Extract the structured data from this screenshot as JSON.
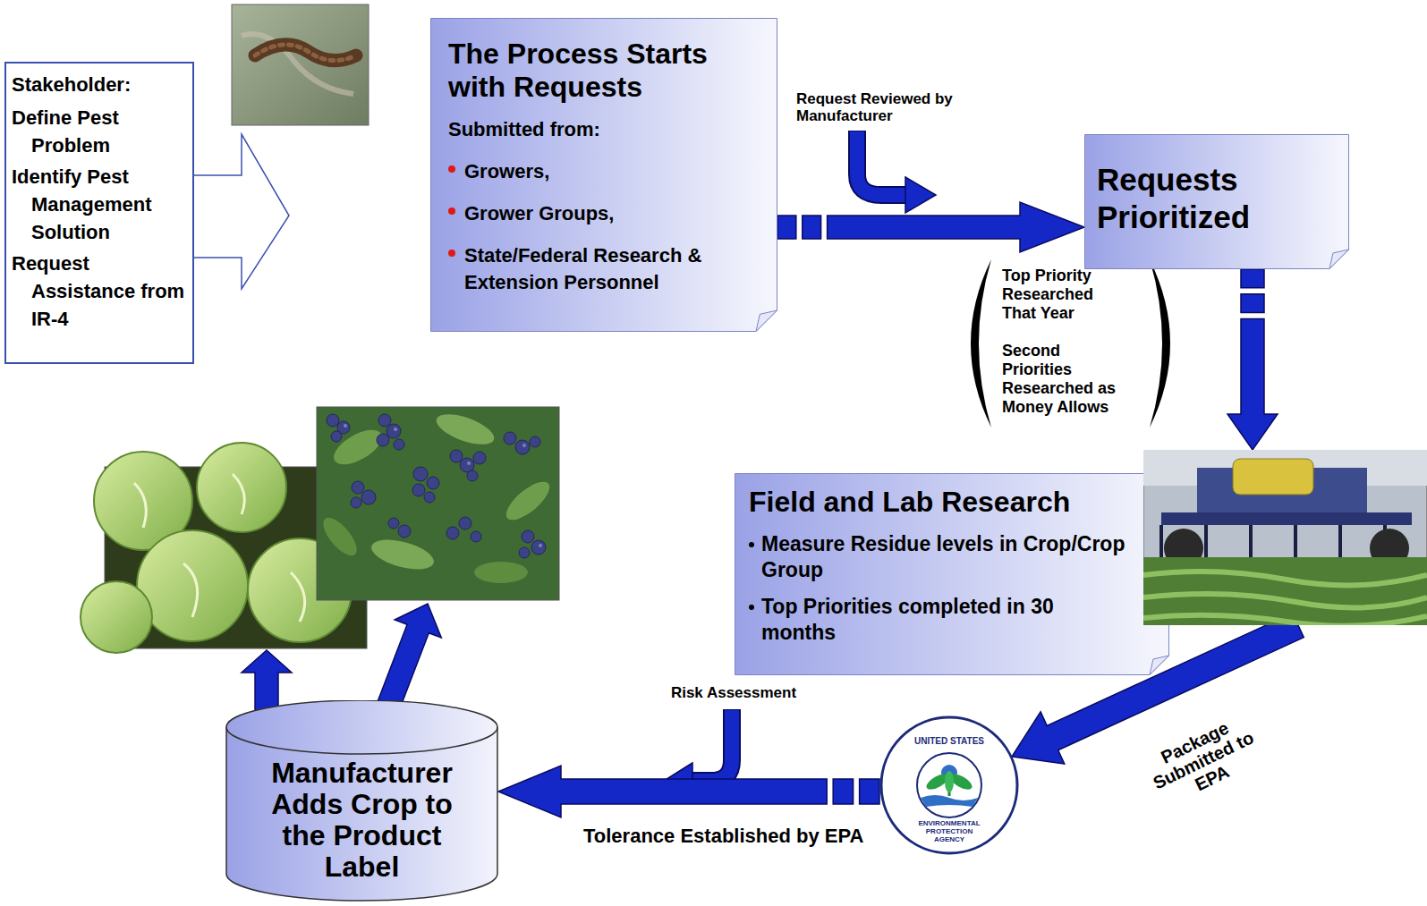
{
  "diagram": {
    "nodes": [
      {
        "text": [
          "Stakeholder:",
          "Define Pest Problem",
          "Identify Pest Management Solution",
          "Request Assistance from IR-4"
        ]
      },
      {
        "text": [
          "The Process Starts with Requests",
          "Submitted from:",
          "Growers,",
          "Grower Groups,",
          "State/Federal Research & Extension Personnel"
        ]
      },
      {
        "text": [
          "Requests Prioritized"
        ]
      },
      {
        "text": [
          "Field and Lab Research",
          "Measure Residue levels in Crop/Crop Group",
          "Top Priorities completed in 30 months"
        ]
      },
      {
        "text": [
          "UNITED STATES",
          "ENVIRONMENTAL PROTECTION AGENCY"
        ]
      },
      {
        "text": [
          "Manufacturer Adds Crop to the Product Label"
        ]
      }
    ],
    "edges": [
      {
        "from": 1,
        "to": 2,
        "arrow": "to"
      },
      {
        "from": 2,
        "to": 3,
        "arrow": "to"
      },
      {
        "from": 3,
        "to": 4,
        "label": "Package Submitted to EPA",
        "arrow": "to"
      },
      {
        "from": 4,
        "to": 5,
        "label": "Tolerance Established by EPA",
        "arrow": "to"
      }
    ],
    "labels": [
      "Request Reviewed by Manufacturer",
      "Top Priority Researched That Year",
      "Second Priorities Researched as Money Allows",
      "Risk Assessment"
    ]
  }
}
